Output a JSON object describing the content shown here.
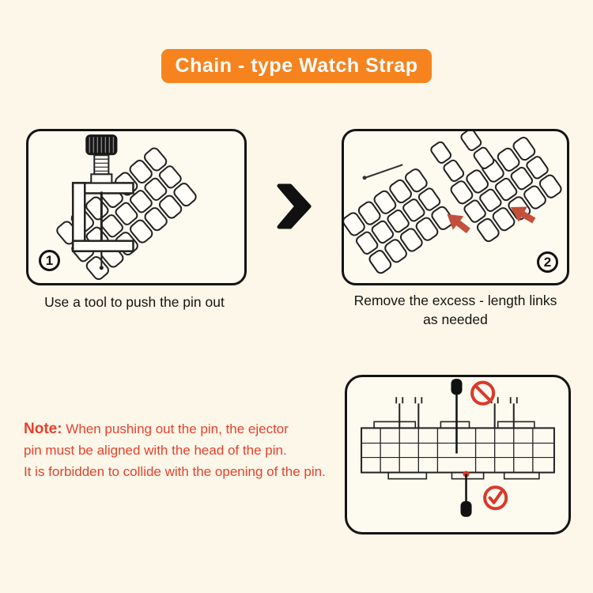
{
  "page": {
    "background": "#fcf7e8"
  },
  "banner": {
    "label": "Chain - type Watch Strap",
    "bg": "#f6831e",
    "text_color": "#ffffff"
  },
  "steps": [
    {
      "number": "1",
      "caption_lines": [
        "Use a tool to push the pin out"
      ]
    },
    {
      "number": "2",
      "caption_lines": [
        "Remove the excess - length links",
        "as needed"
      ]
    }
  ],
  "note": {
    "label": "Note:",
    "lines": [
      "When pushing out the pin, the ejector",
      "pin must be aligned with the head of the pin.",
      "It is forbidden to collide with the opening of the pin."
    ],
    "color": "#e8402d"
  },
  "colors": {
    "arrow_red": "#c2503c",
    "alert_red": "#da392b",
    "outline_black": "#141414",
    "banner_orange": "#f6831e"
  }
}
